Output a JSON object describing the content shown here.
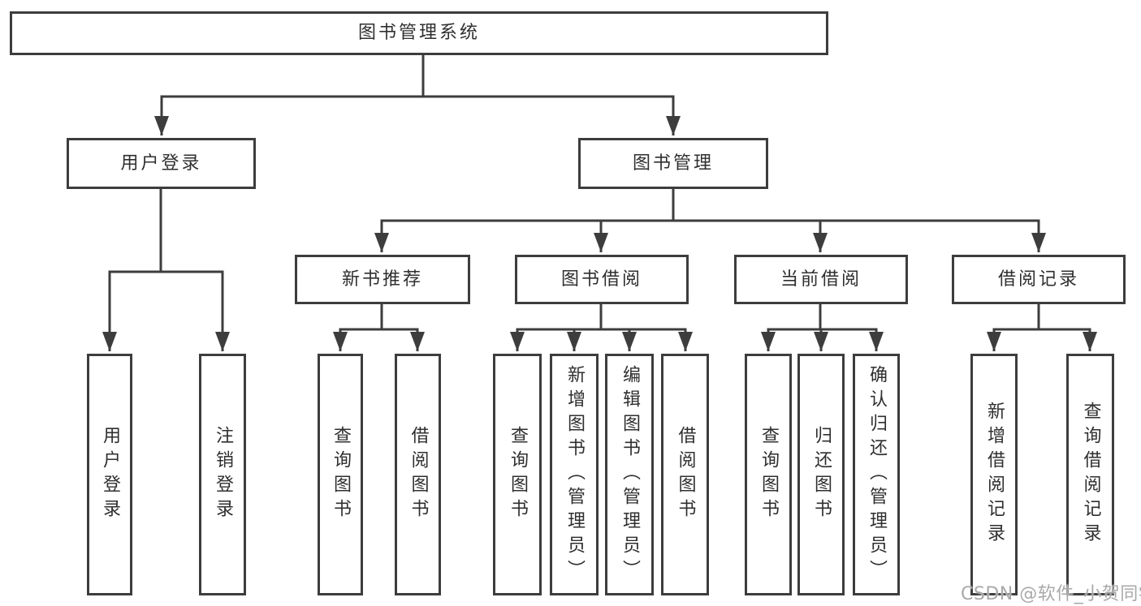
{
  "tree": {
    "label": "图书管理系统",
    "children": [
      {
        "label": "用户登录",
        "children": [
          {
            "label": "用户登录"
          },
          {
            "label": "注销登录"
          }
        ]
      },
      {
        "label": "图书管理",
        "children": [
          {
            "label": "新书推荐",
            "children": [
              {
                "label": "查询图书"
              },
              {
                "label": "借阅图书"
              }
            ]
          },
          {
            "label": "图书借阅",
            "children": [
              {
                "label": "查询图书"
              },
              {
                "label": "新增图书（管理员）"
              },
              {
                "label": "编辑图书（管理员）"
              },
              {
                "label": "借阅图书"
              }
            ]
          },
          {
            "label": "当前借阅",
            "children": [
              {
                "label": "查询图书"
              },
              {
                "label": "归还图书"
              },
              {
                "label": "确认归还（管理员）"
              }
            ]
          },
          {
            "label": "借阅记录",
            "children": [
              {
                "label": "新增借阅记录"
              },
              {
                "label": "查询借阅记录"
              }
            ]
          }
        ]
      }
    ]
  },
  "watermark": {
    "text": "CSDN @软件_小贺同学"
  },
  "colors": {
    "line": "#3d3d3d",
    "box_border": "#3d3d3d",
    "text": "#2f2f2f",
    "watermark": "#a9a9a9",
    "background": "#ffffff"
  }
}
